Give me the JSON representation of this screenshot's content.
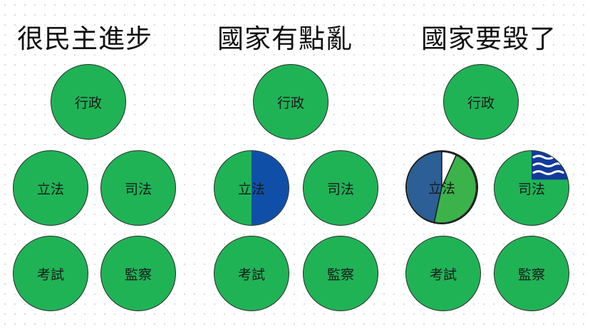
{
  "columns": [
    {
      "title": "很民主進步",
      "nodes": {
        "executive": "行政",
        "legislative": "立法",
        "judicial": "司法",
        "examination": "考試",
        "control": "監察"
      }
    },
    {
      "title": "國家有點亂",
      "nodes": {
        "executive": "行政",
        "legislative": "立法",
        "judicial": "司法",
        "examination": "考試",
        "control": "監察"
      }
    },
    {
      "title": "國家要毀了",
      "nodes": {
        "executive": "行政",
        "legislative": "立法",
        "judicial": "司法",
        "examination": "考試",
        "control": "監察"
      }
    }
  ],
  "colors": {
    "branch_green": "#1fb356",
    "blue_party": "#0f4fa8",
    "blue_party_dark": "#2b5f95",
    "pie_green": "#3cb34a",
    "wave_blue": "#123a9a"
  }
}
